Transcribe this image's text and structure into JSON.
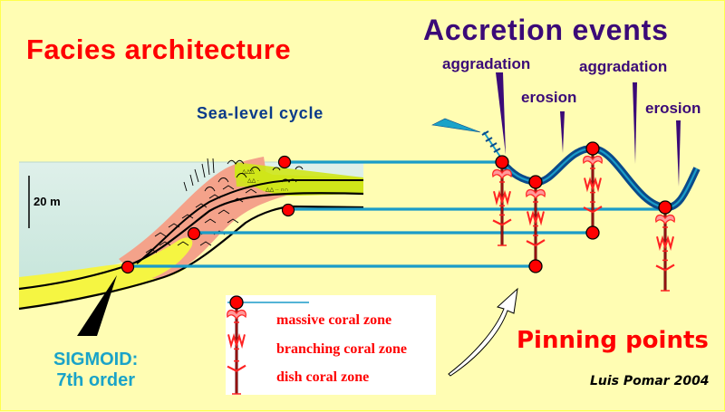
{
  "titles": {
    "left": "Facies architecture",
    "right": "Accretion events"
  },
  "events": [
    {
      "label": "aggradation"
    },
    {
      "label": "erosion"
    },
    {
      "label": "aggradation"
    },
    {
      "label": "erosion"
    }
  ],
  "sea_level_label": "Sea-level cycle",
  "scale_bar_label": "20 m",
  "sigmoid_label": {
    "line1": "SIGMOID:",
    "line2": "7th order"
  },
  "legend": {
    "items": [
      {
        "label": "massive coral zone"
      },
      {
        "label": "branching coral zone"
      },
      {
        "label": "dish coral zone"
      }
    ]
  },
  "pinning_points_label": "Pinning points",
  "credit": "Luis Pomar 2004",
  "colors": {
    "background": "#fffdb3",
    "title_red": "#ff0000",
    "title_purple": "#3b0a78",
    "sea_level_blue": "#0a5a9a",
    "line_blue": "#1a9cc8",
    "pin_red": "#ff0000",
    "reef_salmon": "#f4a28a",
    "yellow_sand": "#f5f542",
    "lime_green": "#cfe61a",
    "water": "#d6ecde",
    "sigmoid_cyan": "#1aa3c8"
  }
}
